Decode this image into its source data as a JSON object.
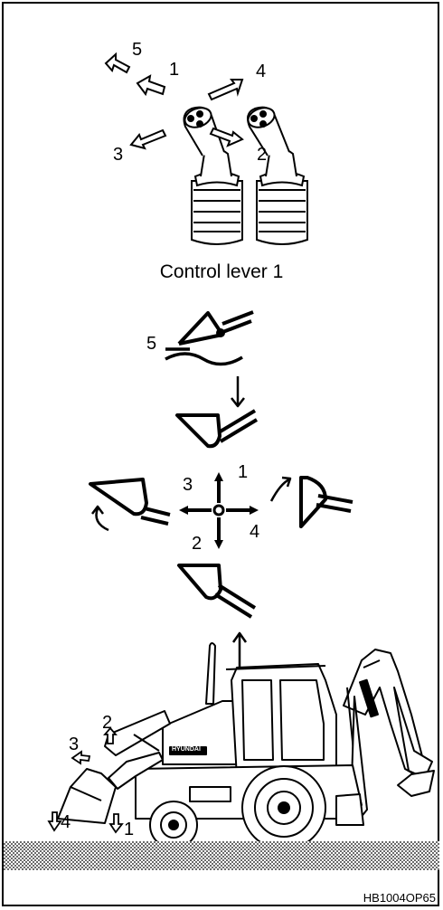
{
  "caption": "Control lever 1",
  "figure_code": "HB1004OP65",
  "lever_labels": {
    "n1": "1",
    "n2": "2",
    "n3": "3",
    "n4": "4",
    "n5": "5"
  },
  "bucket_labels": {
    "n1": "1",
    "n2": "2",
    "n3": "3",
    "n4": "4",
    "n5": "5"
  },
  "machine_labels": {
    "n1": "1",
    "n2": "2",
    "n3": "3",
    "n4": "4"
  },
  "brand_text": "HYUNDAI"
}
